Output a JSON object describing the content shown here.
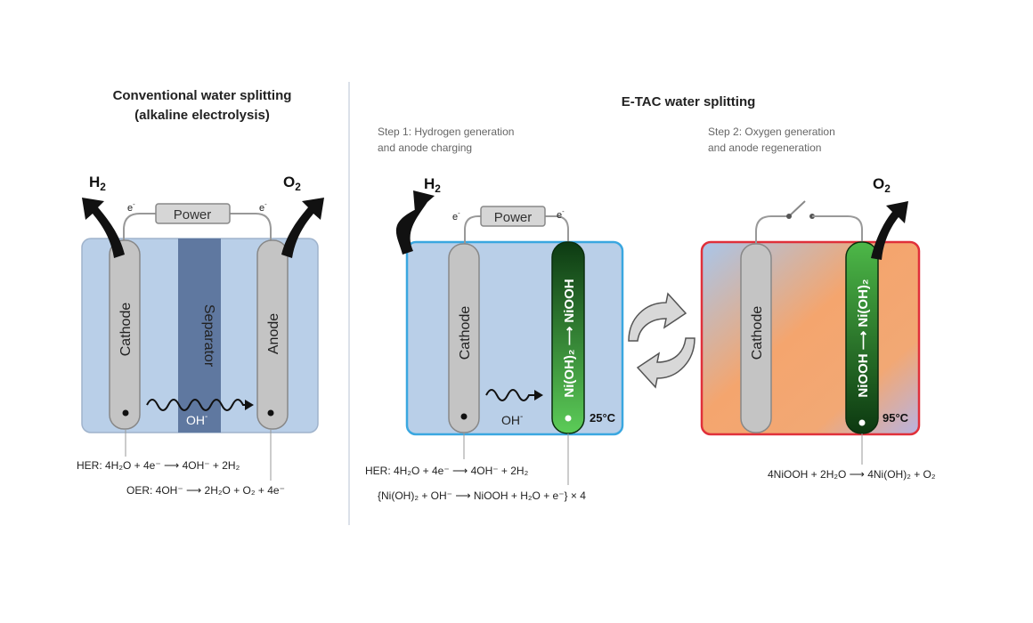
{
  "left_panel": {
    "title_line1": "Conventional water splitting",
    "title_line2": "(alkaline electrolysis)",
    "h2_label": "H",
    "h2_sub": "2",
    "o2_label": "O",
    "o2_sub": "2",
    "electron_left": "e",
    "electron_right": "e",
    "electron_sup": "-",
    "power_label": "Power",
    "cathode_label": "Cathode",
    "separator_label": "Separator",
    "anode_label": "Anode",
    "oh_label": "OH",
    "oh_sup": "-",
    "her_equation": "HER: 4H₂O + 4e⁻ ⟶ 4OH⁻ + 2H₂",
    "oer_equation": "OER: 4OH⁻ ⟶ 2H₂O + O₂ + 4e⁻"
  },
  "right_panel": {
    "title": "E-TAC water splitting",
    "step1_line1": "Step 1: Hydrogen generation",
    "step1_line2": "and anode charging",
    "step2_line1": "Step 2: Oxygen generation",
    "step2_line2": "and anode regeneration",
    "h2_label": "H",
    "h2_sub": "2",
    "o2_label": "O",
    "o2_sub": "2",
    "electron_left": "e",
    "electron_right": "e",
    "electron_sup": "-",
    "power_label": "Power",
    "cathode1_label": "Cathode",
    "cathode2_label": "Cathode",
    "anode1_label": "Ni(OH)₂ ⟶ NiOOH",
    "anode2_label": "NiOOH ⟶ Ni(OH)₂",
    "oh_label": "OH",
    "oh_sup": "-",
    "temp1": "25°C",
    "temp2": "95°C",
    "her_equation": "HER: 4H₂O + 4e⁻ ⟶ 4OH⁻ + 2H₂",
    "anode_charge_equation": "{Ni(OH)₂ + OH⁻ ⟶ NiOOH + H₂O + e⁻} × 4",
    "step2_equation": "4NiOOH + 2H₂O ⟶ 4Ni(OH)₂ + O₂"
  },
  "colors": {
    "electrolyte_blue": "#b9cfe8",
    "separator": "#5f78a0",
    "electrode_grey": "#c4c4c4",
    "cell1_border": "#3aa7e0",
    "cell2_border": "#e0303a",
    "anode_green_dark": "#0f3f14",
    "anode_green_light": "#55c250",
    "heated_orange": "#f4a46c"
  }
}
